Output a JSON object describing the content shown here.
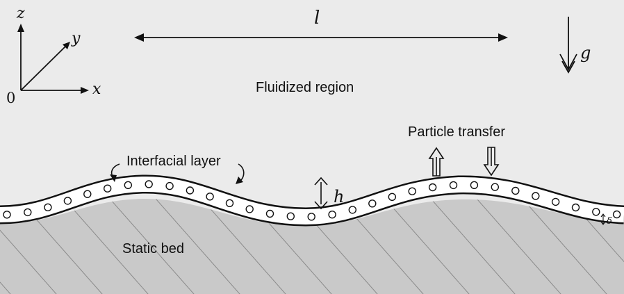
{
  "labels": {
    "fluidized_region": "Fluidized region",
    "static_bed": "Static bed",
    "interfacial_layer": "Interfacial layer",
    "particle_transfer": "Particle transfer"
  },
  "symbols": {
    "length": "l",
    "gravity": "g",
    "height": "h",
    "thickness": "δ",
    "origin": "0",
    "axis_x": "x",
    "axis_y": "y",
    "axis_z": "z"
  },
  "colors": {
    "fluid_background": "#ebebeb",
    "static_bed_fill": "#c9c9c9",
    "hatch": "#8a8a8a",
    "layer_fill": "#ffffff",
    "ink": "#111111"
  }
}
